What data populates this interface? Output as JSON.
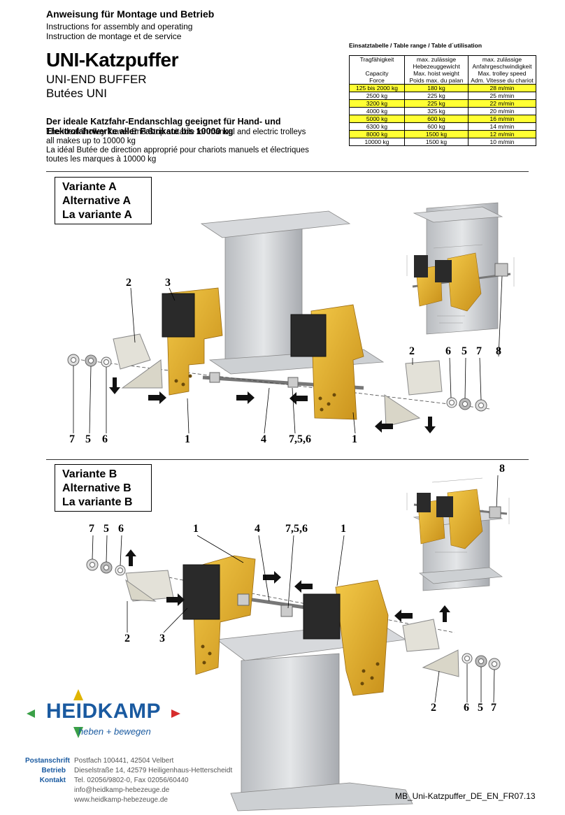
{
  "header": {
    "title_de": "Anweisung für Montage und Betrieb",
    "title_en": "Instructions for assembly and operating",
    "title_fr": "Instruction de montage et de service"
  },
  "product": {
    "name_de": "UNI-Katzpuffer",
    "name_en": "UNI-END BUFFER",
    "name_fr": "Butées UNI"
  },
  "description": {
    "de": "Der ideale Katzfahr-Endanschlag geeignet für Hand- und Elektrofahrwerke aller Fabrikate bis 10000 kg",
    "en_line1": "The ideal Trolley Travel End Stop suitable for manual and electric trolleys",
    "en_line2": "all makes up to 10000 kg",
    "fr_line1": "La idéal Butée de direction  approprié pour chariots manuels et électriques",
    "fr_line2": "toutes les marques à 10000 kg"
  },
  "table": {
    "heading": "Einsatztabelle / Table range / Table d´utilisation",
    "columns": [
      {
        "l1": "Tragfähigkeit",
        "l2": "",
        "l3": "Capacity",
        "l4": "Force"
      },
      {
        "l1": "max. zulässige",
        "l2": "Hebezeuggewicht",
        "l3": "Max. hoist weight",
        "l4": "Poids max. du palan"
      },
      {
        "l1": "max. zulässige",
        "l2": "Anfahrgeschwindigkeit",
        "l3": "Max. trolley speed",
        "l4": "Adm. Vitesse du chariot"
      }
    ],
    "rows": [
      {
        "capacity": "125 bis 2000 kg",
        "weight": "180 kg",
        "speed": "28 m/min",
        "highlight": true
      },
      {
        "capacity": "2500 kg",
        "weight": "225 kg",
        "speed": "25 m/min",
        "highlight": false
      },
      {
        "capacity": "3200 kg",
        "weight": "225 kg",
        "speed": "22 m/min",
        "highlight": true
      },
      {
        "capacity": "4000 kg",
        "weight": "325 kg",
        "speed": "20 m/min",
        "highlight": false
      },
      {
        "capacity": "5000 kg",
        "weight": "600 kg",
        "speed": "16 m/min",
        "highlight": true
      },
      {
        "capacity": "6300 kg",
        "weight": "600 kg",
        "speed": "14 m/min",
        "highlight": false
      },
      {
        "capacity": "8000 kg",
        "weight": "1500 kg",
        "speed": "12 m/min",
        "highlight": true
      },
      {
        "capacity": "10000 kg",
        "weight": "1500 kg",
        "speed": "10 m/min",
        "highlight": false
      }
    ],
    "highlight_color": "#ffff33"
  },
  "variant_a": {
    "label_de": "Variante A",
    "label_en": "Alternative A",
    "label_fr": "La variante A",
    "callouts_top": {
      "c2": "2",
      "c3": "3",
      "c2b": "2",
      "c6": "6",
      "c5": "5",
      "c7": "7",
      "c8": "8"
    },
    "callouts_bottom": {
      "c7": "7",
      "c5": "5",
      "c6": "6",
      "c1": "1",
      "c4": "4",
      "c756": "7,5,6",
      "c1b": "1"
    }
  },
  "variant_b": {
    "label_de": "Variante B",
    "label_en": "Alternative B",
    "label_fr": "La variante B",
    "callouts_top": {
      "c8": "8",
      "c7": "7",
      "c5": "5",
      "c6": "6",
      "c1": "1",
      "c4": "4",
      "c756": "7,5,6",
      "c1b": "1"
    },
    "callouts_bottom": {
      "c2": "2",
      "c3": "3",
      "c2b": "2",
      "c6": "6",
      "c5": "5",
      "c7": "7"
    }
  },
  "company": {
    "logo": "HEIDKAMP",
    "tagline": "heben + bewegen",
    "labels": [
      "Postanschrift",
      "Betrieb",
      "Kontakt"
    ],
    "address_lines": [
      "Postfach 100441, 42504 Velbert",
      "Dieselstraße 14, 42579 Heiligenhaus-Hetterscheidt",
      "Tel. 02056/9802-0, Fax 02056/60440",
      "info@heidkamp-hebezeuge.de",
      "www.heidkamp-hebezeuge.de"
    ],
    "brand_color": "#1a5aa0",
    "accent_red": "#d62d2d",
    "accent_green": "#3aa047",
    "accent_yellow": "#e0b400"
  },
  "footer": {
    "doc_code": "MB_Uni-Katzpuffer_DE_EN_FR07.13"
  }
}
